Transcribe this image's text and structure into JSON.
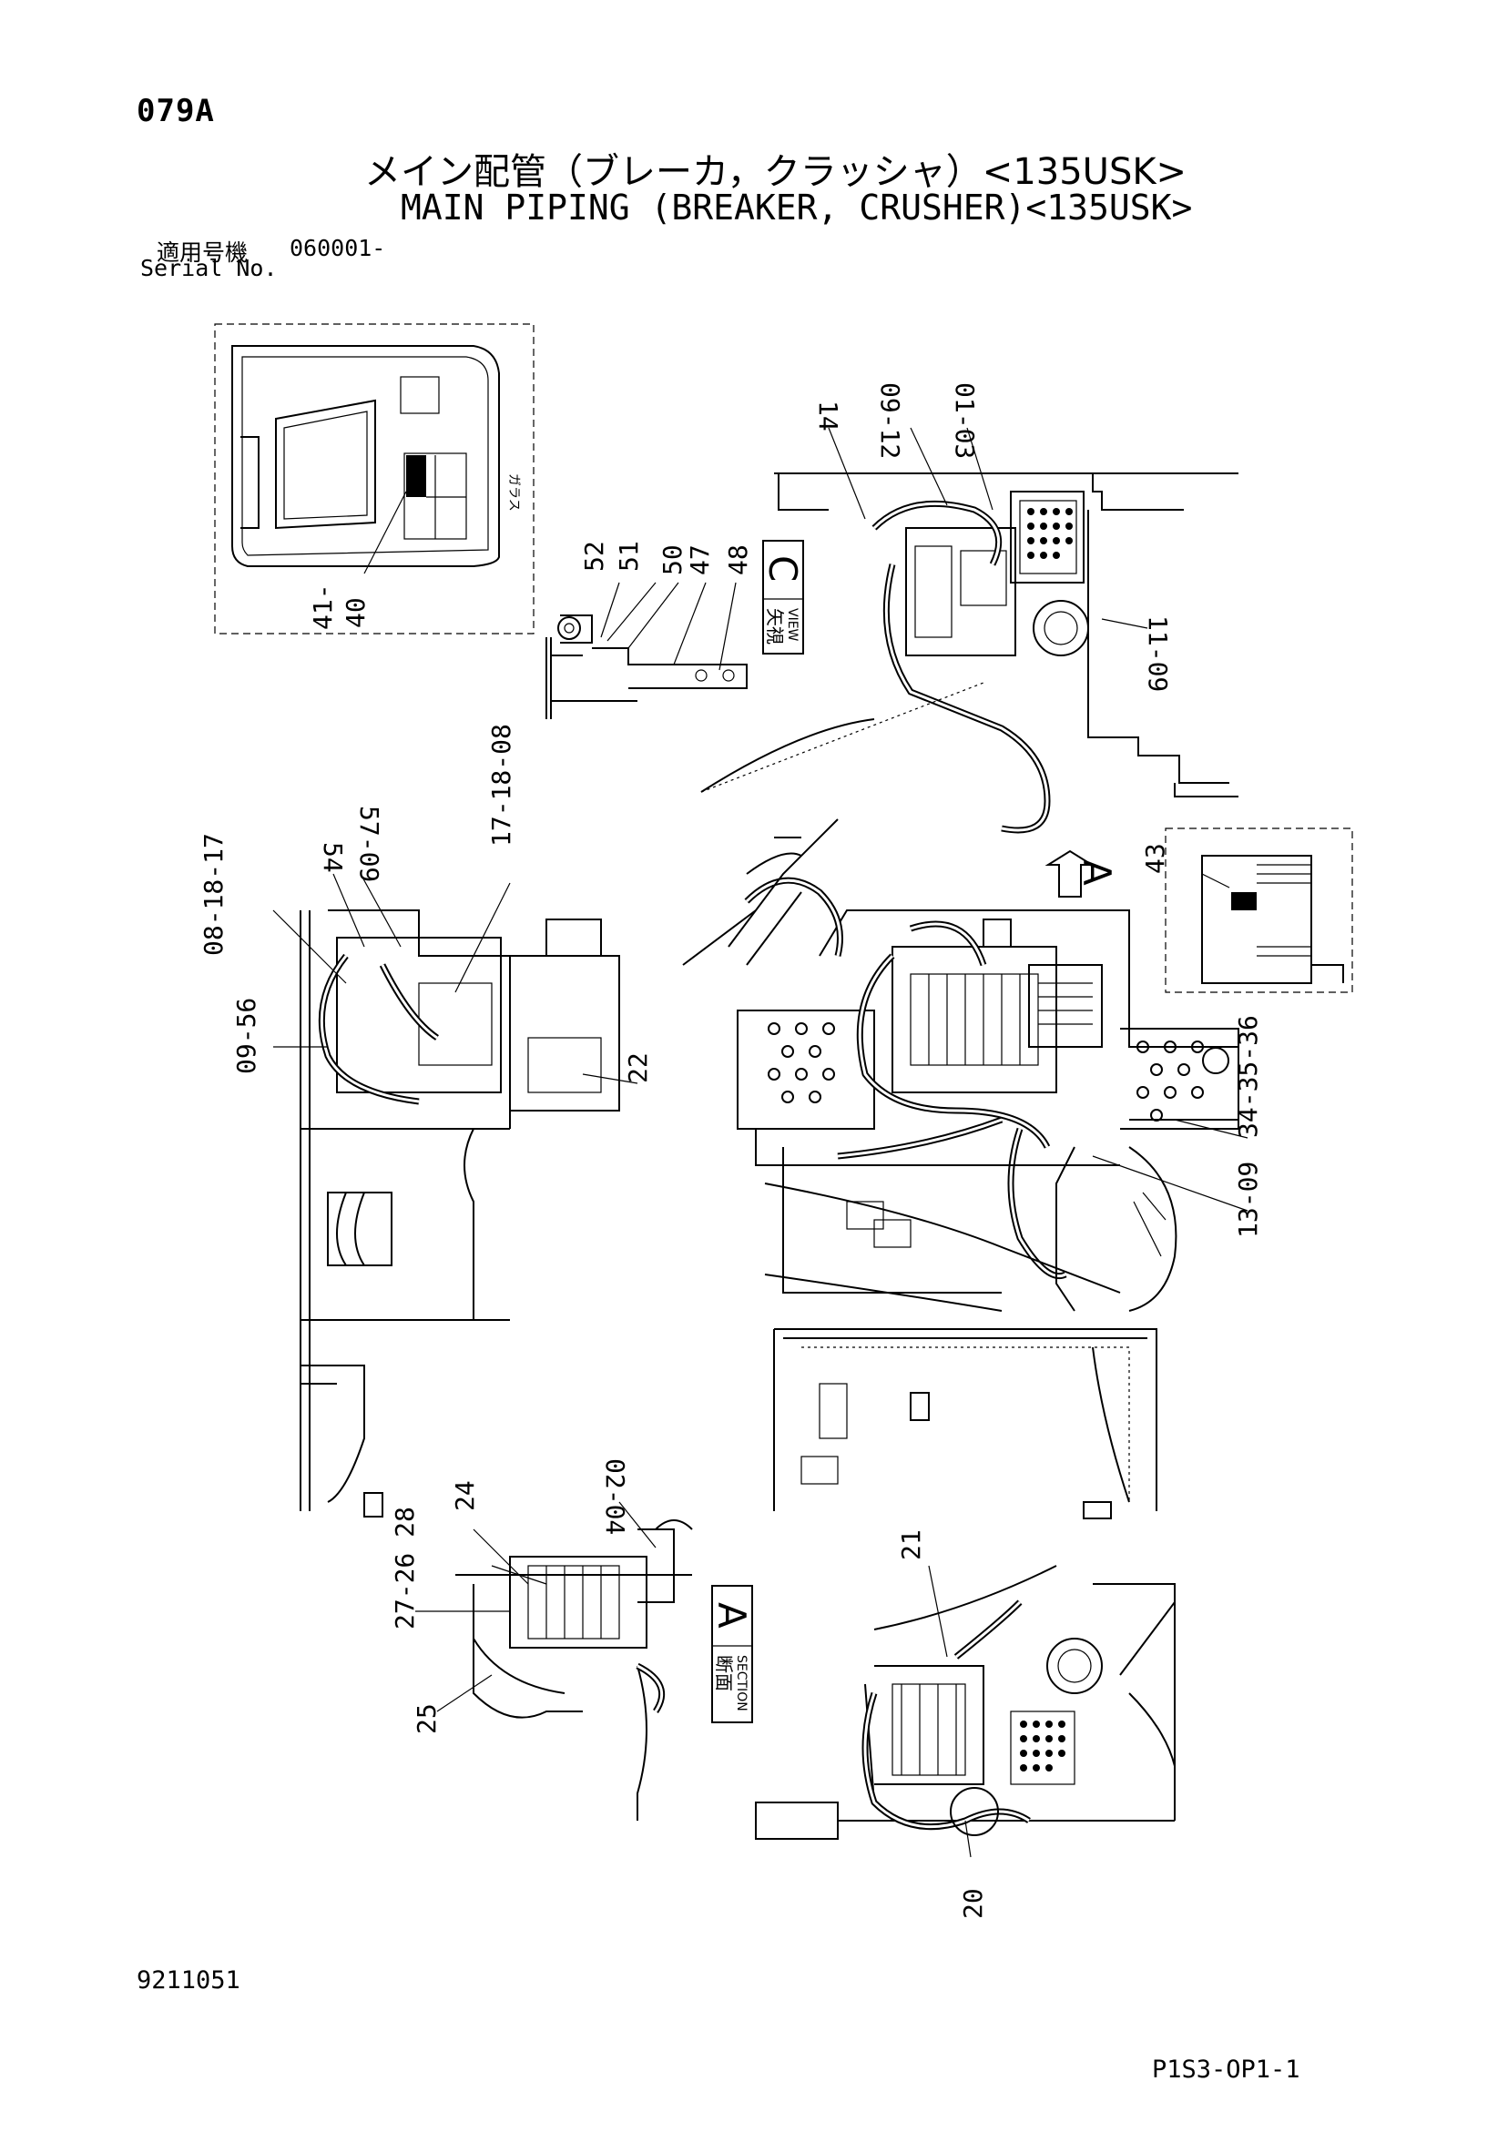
{
  "page_id": "079A",
  "title_jp": "メイン配管（ブレーカ，クラッシャ）<135USK>",
  "title_en": "MAIN PIPING (BREAKER, CRUSHER)<135USK>",
  "serial": {
    "label_jp": "適用号機",
    "number": "060001-",
    "label_en": "Serial No."
  },
  "doc_number": "9211051",
  "page_code": "P1S3-OP1-1",
  "view_c": {
    "letter": "C",
    "jp": "矢視",
    "en": "VIEW"
  },
  "section_a": {
    "letter": "A",
    "jp": "断面",
    "en": "SECTION"
  },
  "arrow_a": "A",
  "callouts": {
    "c14": "14",
    "c09_12": "09-12",
    "c01_03": "01-03",
    "c11_09": "11-09",
    "c52": "52",
    "c51": "51",
    "c50": "50",
    "c47": "47",
    "c48": "48",
    "c41": "41-",
    "c40": "40",
    "c54": "54",
    "c57_09": "57-09",
    "c17_18_08": "17-18-08",
    "c08_18_17": "08-18-17",
    "c09_56": "09-56",
    "c22": "22",
    "c43": "43",
    "c34_35_36": "34-35-36",
    "c13_09": "13-09",
    "c02_04": "02-04",
    "c24": "24",
    "c27_26_28": "27-26 28",
    "c25": "25",
    "c21": "21",
    "c20": "20"
  }
}
